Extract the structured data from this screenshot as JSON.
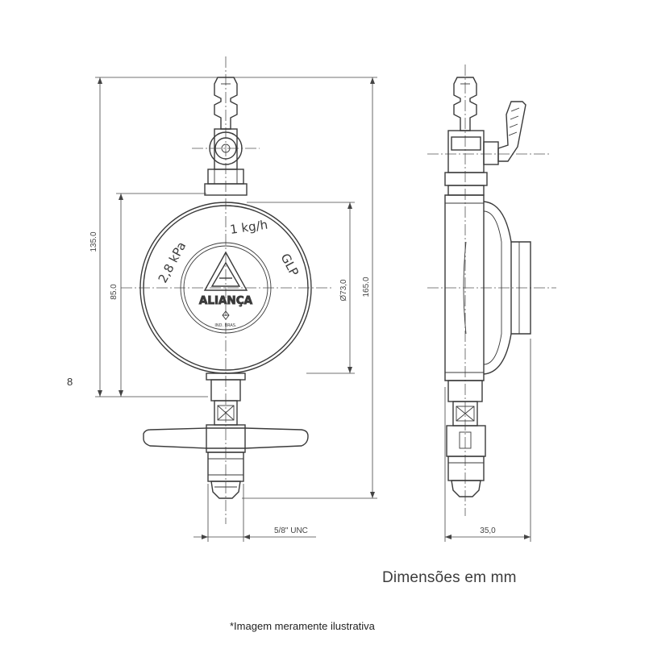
{
  "dimensions": {
    "overall_height": "165.0",
    "body_height": "135.0",
    "face_height": "85.0",
    "face_diameter": "Ø73,0",
    "thread": "5/8\" UNC",
    "depth": "35,0"
  },
  "face_text": {
    "pressure": "2,8 kPa",
    "flow": "1 kg/h",
    "gas": "GLP",
    "brand": "ALIANÇA",
    "inmetro": "IND. BRAS."
  },
  "captions": {
    "units": "Dimensões em mm",
    "note": "*Imagem meramente ilustrativa",
    "stray_mark": "8"
  },
  "colors": {
    "line": "#3a3a3a",
    "text": "#3c3c3c",
    "background": "#ffffff"
  }
}
